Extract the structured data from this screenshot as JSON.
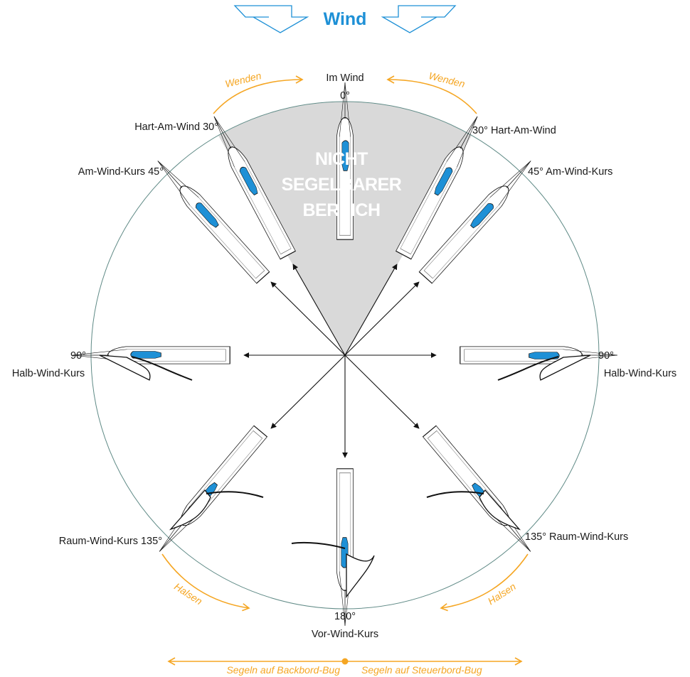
{
  "header": {
    "wind_label": "Wind"
  },
  "no_go_zone": {
    "lines": [
      "NICHT",
      "SEGELBARER",
      "BEREICH"
    ]
  },
  "courses": {
    "top": {
      "name": "Im Wind",
      "angle": "0°"
    },
    "close_hauled_left": "Hart-Am-Wind 30°",
    "close_hauled_right": "30° Hart-Am-Wind",
    "close_reach_left": "Am-Wind-Kurs 45°",
    "close_reach_right": "45° Am-Wind-Kurs",
    "beam_left": {
      "angle": "90°",
      "name": "Halb-Wind-Kurs"
    },
    "beam_right": {
      "angle": "90°",
      "name": "Halb-Wind-Kurs"
    },
    "broad_left": "Raum-Wind-Kurs 135°",
    "broad_right": "135° Raum-Wind-Kurs",
    "run": {
      "angle": "180°",
      "name": "Vor-Wind-Kurs"
    }
  },
  "maneuvers": {
    "tack_left": "Wenden",
    "tack_right": "Wenden",
    "jibe_left": "Halsen",
    "jibe_right": "Halsen"
  },
  "footer": {
    "port": "Segeln auf Backbord-Bug",
    "starboard": "Segeln auf Steuerbord-Bug"
  },
  "colors": {
    "wind": "#1e90d6",
    "maneuver": "#f5a623",
    "sail": "#1e90d6",
    "no_go": "#d9d9d9",
    "circle": "#5f8a86"
  }
}
